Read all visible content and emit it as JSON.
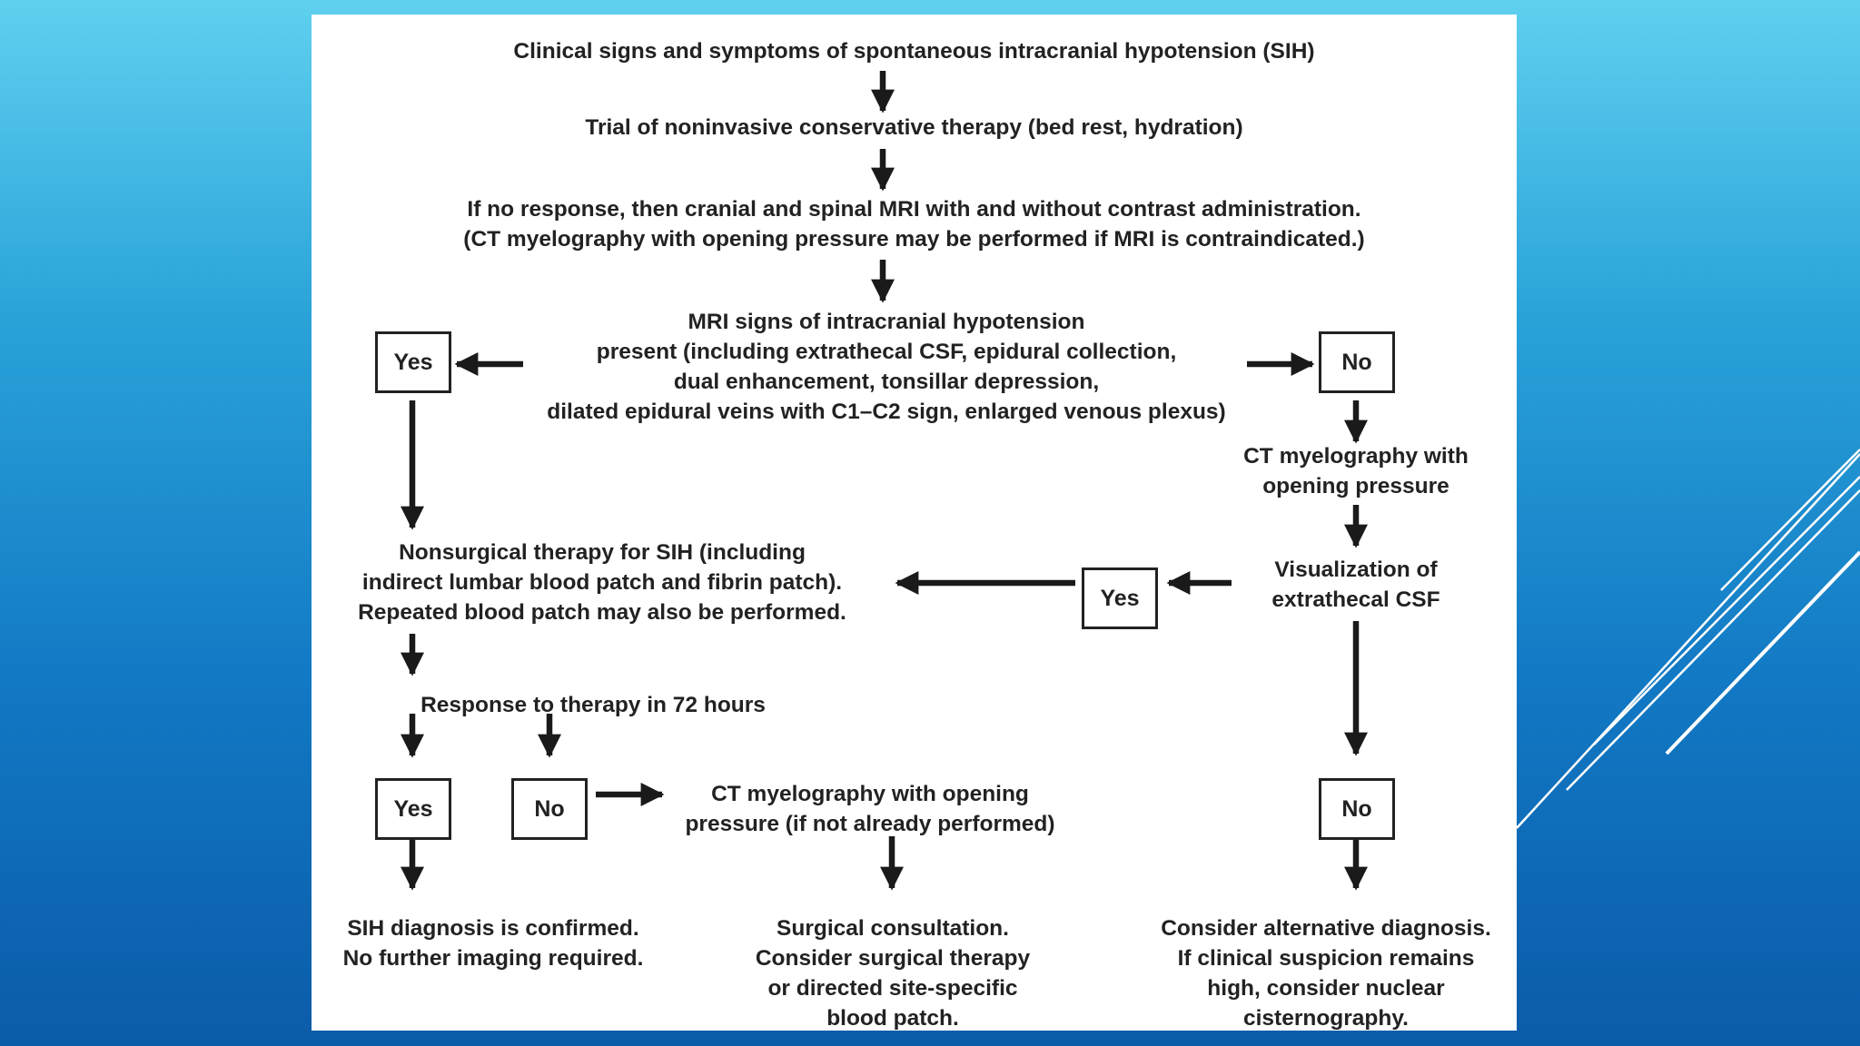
{
  "diagram": {
    "title": "Clinical signs and symptoms of spontaneous intracranial hypotension (SIH)",
    "step_conservative": "Trial of noninvasive conservative therapy (bed rest, hydration)",
    "step_mri": [
      "If no response, then cranial and spinal MRI with and without contrast administration.",
      "(CT myelography with opening pressure may be performed if MRI is contraindicated.)"
    ],
    "mri_signs": [
      "MRI signs of intracranial hypotension",
      "present (including extrathecal CSF, epidural collection,",
      "dual enhancement, tonsillar depression,",
      "dilated epidural veins with C1–C2 sign, enlarged venous plexus)"
    ],
    "ct_myelo_opening": [
      "CT myelography with",
      "opening pressure"
    ],
    "visualization": [
      "Visualization of",
      "extrathecal CSF"
    ],
    "nonsurgical": [
      "Nonsurgical therapy for SIH (including",
      "indirect lumbar blood patch and fibrin patch).",
      "Repeated blood patch may also be performed."
    ],
    "response": "Response to therapy in 72 hours",
    "ct_myelo_if_not": [
      "CT myelography with opening",
      "pressure (if not already performed)"
    ],
    "confirmed": [
      "SIH diagnosis is confirmed.",
      "No further imaging required."
    ],
    "surgical": [
      "Surgical consultation.",
      "Consider surgical therapy",
      "or directed site-specific",
      "blood patch."
    ],
    "alternative": [
      "Consider alternative diagnosis.",
      "If clinical suspicion remains",
      "high, consider nuclear",
      "cisternography."
    ],
    "yes": "Yes",
    "no": "No"
  }
}
